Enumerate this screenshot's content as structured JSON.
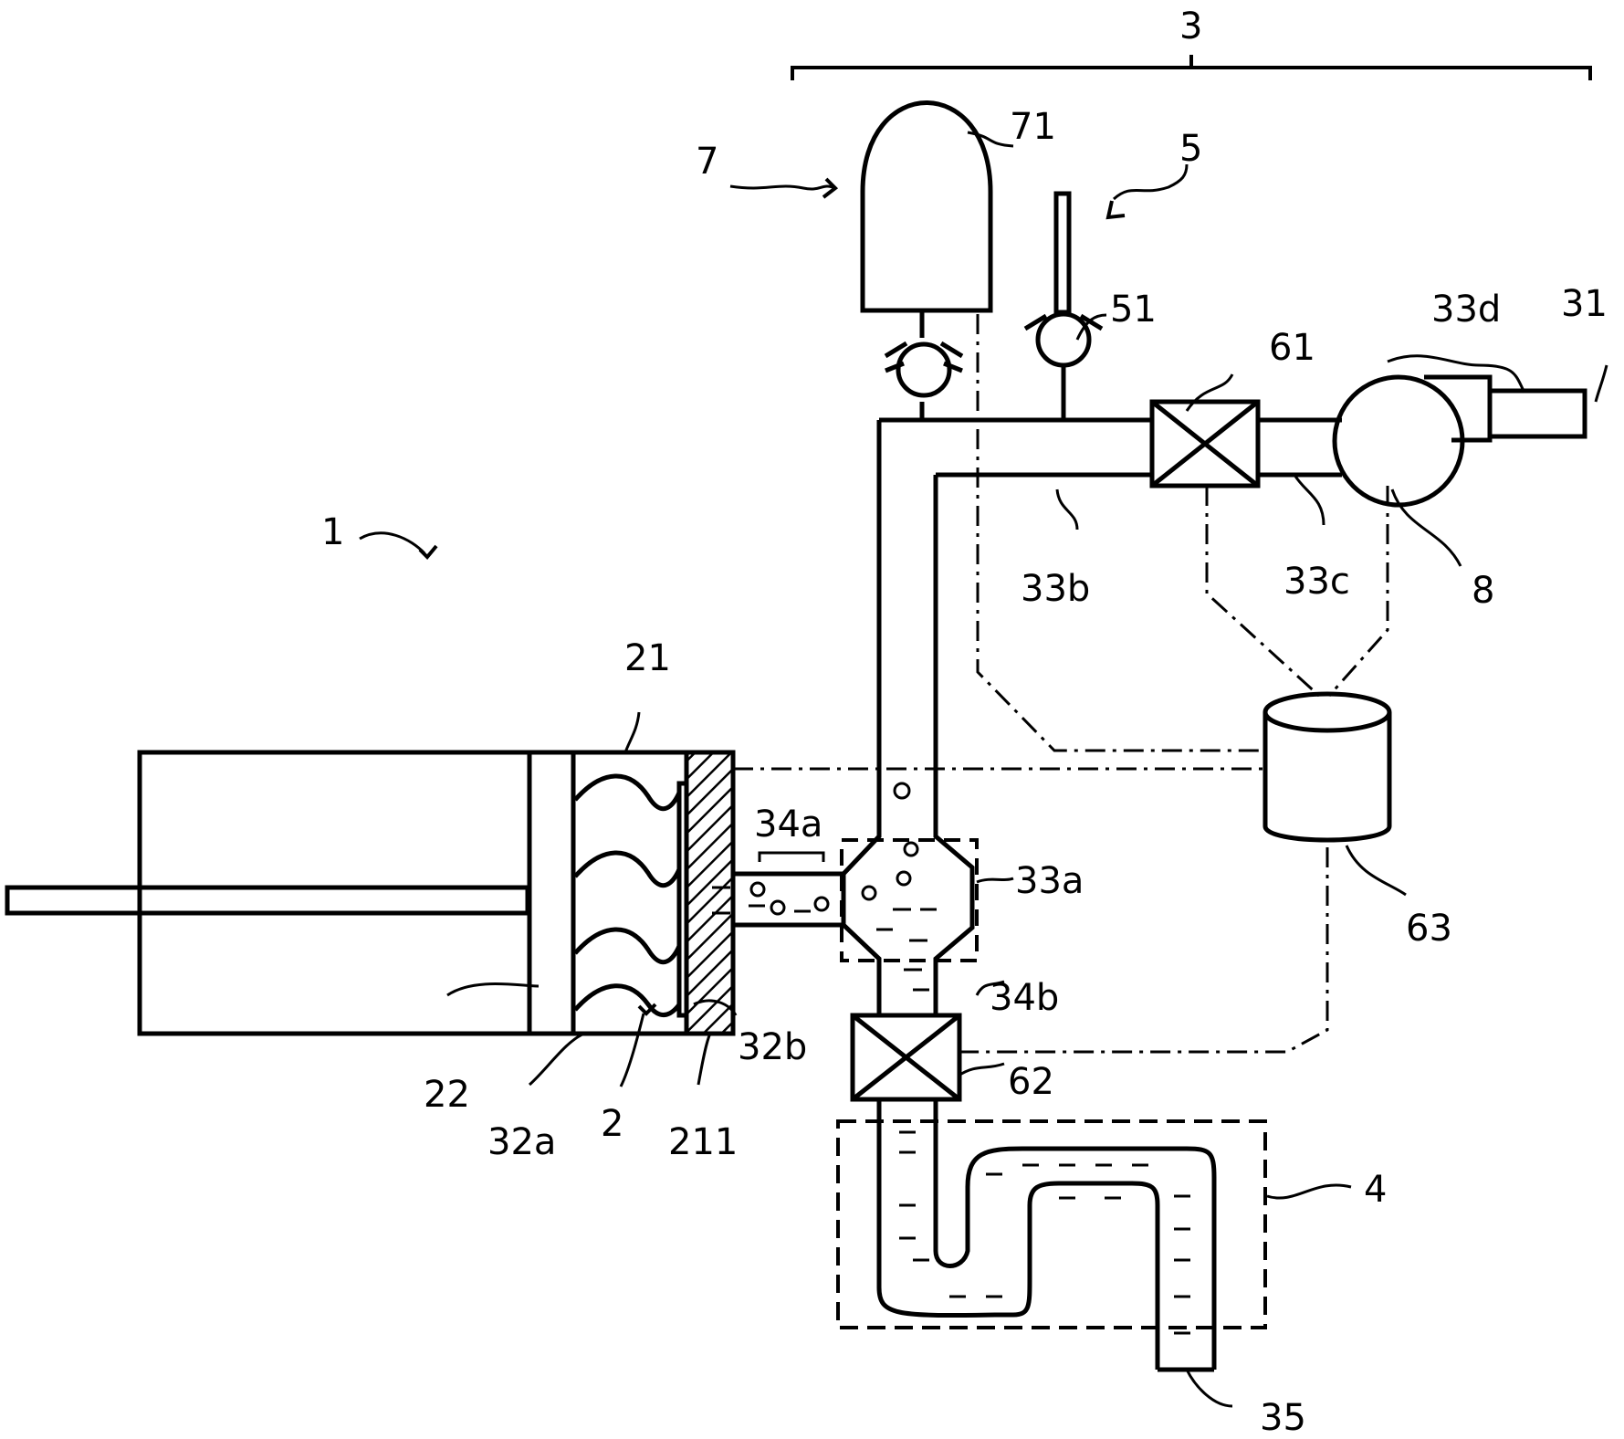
{
  "labels": {
    "system": "3",
    "apparatus": "1",
    "cylinder_unit": "21",
    "piston": "22",
    "bellows": "2",
    "chamber_a": "32a",
    "chamber_b": "32b",
    "wall": "211",
    "passage_a": "34a",
    "junction": "33a",
    "passage_b": "34b",
    "valve_62": "62",
    "trap": "4",
    "drain": "35",
    "pipe_b": "33b",
    "pipe_c": "33c",
    "pipe_d": "33d",
    "valve_61": "61",
    "pump": "8",
    "controller": "63",
    "inlet": "31",
    "tank_unit": "7",
    "tank": "71",
    "vent_unit": "5",
    "check_valve": "51"
  },
  "colors": {
    "line": "#000000",
    "background": "#ffffff"
  }
}
